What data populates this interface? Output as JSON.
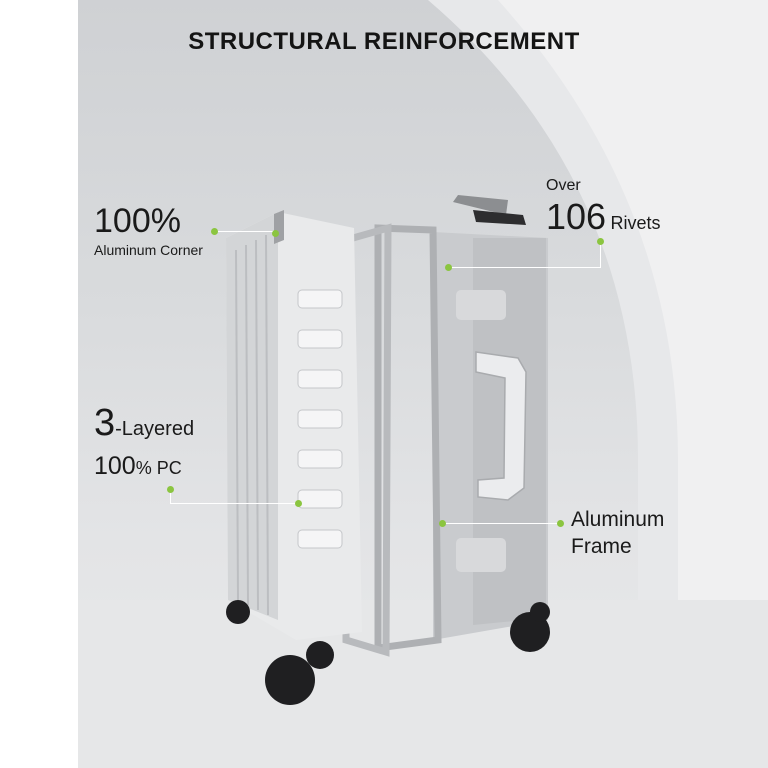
{
  "headline": "STRUCTURAL REINFORCEMENT",
  "callouts": {
    "corner": {
      "big": "100%",
      "small": "Aluminum Corner"
    },
    "rivets": {
      "over": "Over",
      "big": "106",
      "small": "Rivets"
    },
    "layers": {
      "big": "3",
      "small": "-Layered",
      "line2_big": "100",
      "line2_small": "% PC"
    },
    "frame": {
      "line1": "Aluminum",
      "line2": "Frame"
    }
  },
  "colors": {
    "accent_dot": "#8bc540",
    "leader_line": "#ffffff",
    "text": "#1a1a1a"
  }
}
